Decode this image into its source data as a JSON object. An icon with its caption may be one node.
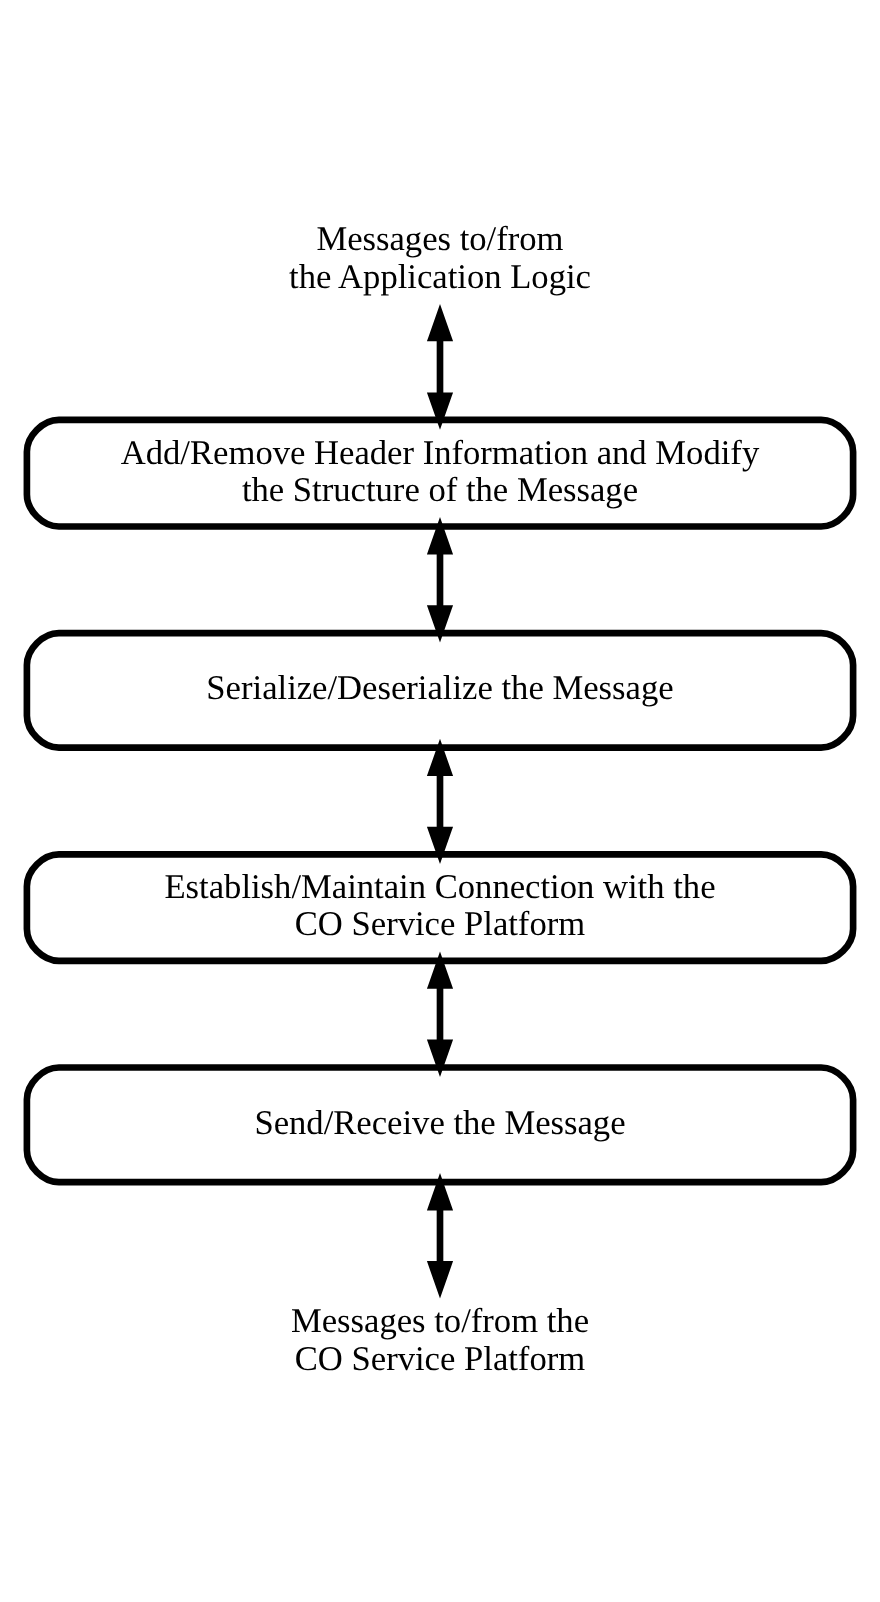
{
  "diagram": {
    "nodes": [
      {
        "text": [
          "Messages to/from the Application Logic"
        ]
      },
      {
        "text": [
          "Add/Remove Header Information and Modify the Structure of the Message"
        ]
      },
      {
        "text": [
          "Serialize/Deserialize the Message"
        ]
      },
      {
        "text": [
          "Establish/Maintain Connection with the CO Service Platform"
        ]
      },
      {
        "text": [
          "Send/Receive the Message"
        ]
      },
      {
        "text": [
          "Messages to/from the CO Service Platform"
        ]
      }
    ],
    "edges": [
      {
        "from": 0,
        "to": 1,
        "arrow": "both"
      },
      {
        "from": 1,
        "to": 2,
        "arrow": "both"
      },
      {
        "from": 2,
        "to": 3,
        "arrow": "both"
      },
      {
        "from": 3,
        "to": 4,
        "arrow": "both"
      },
      {
        "from": 4,
        "to": 5,
        "arrow": "both"
      }
    ]
  }
}
